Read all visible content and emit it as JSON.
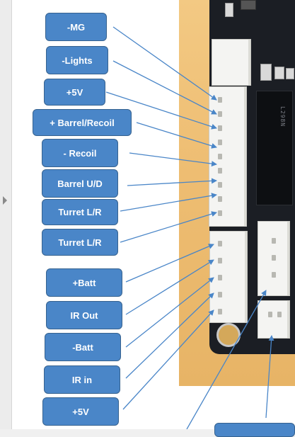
{
  "labels": {
    "mg": "-MG",
    "lights": "-Lights",
    "plus5v_top": "+5V",
    "barrel_recoil": "+ Barrel/Recoil",
    "recoil": "- Recoil",
    "barrel_ud": "Barrel U/D",
    "turret_lr_1": "Turret L/R",
    "turret_lr_2": "Turret L/R",
    "batt_plus": "+Batt",
    "ir_out": "IR Out",
    "batt_minus": "-Batt",
    "ir_in": "IR in",
    "plus5v_bottom": "+5V"
  },
  "chip_marking": "L298N",
  "colors": {
    "label_fill": "#4a86c8",
    "label_border": "#36628f",
    "arrow": "#4a86c8",
    "board": "#1b1e24",
    "connector": "#f4f4f2"
  }
}
